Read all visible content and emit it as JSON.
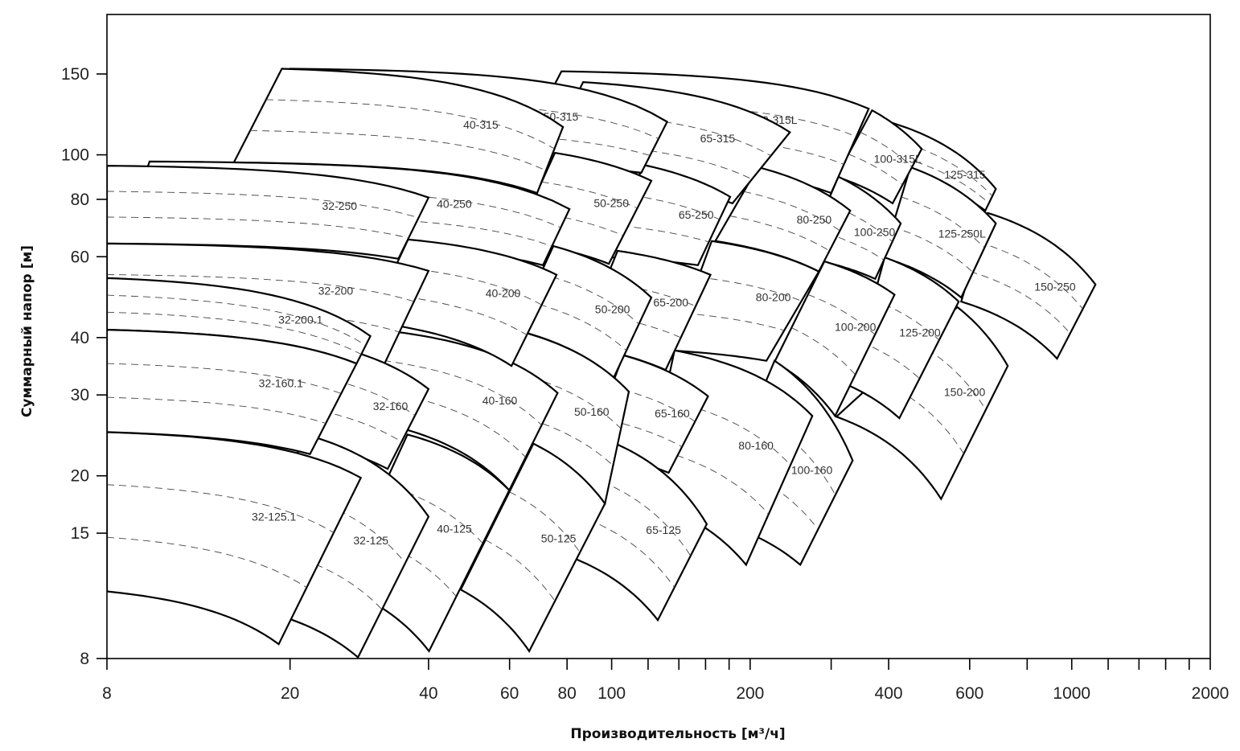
{
  "chart_data": {
    "type": "area",
    "title": "",
    "xlabel": "Производительность [м³/ч]",
    "ylabel": "Суммарный напор [м]",
    "xscale": "log",
    "yscale": "log",
    "xlim": [
      8,
      2000
    ],
    "ylim": [
      8,
      200
    ],
    "grid": false,
    "xticks_labeled": [
      "8",
      "20",
      "40",
      "60",
      "80",
      "100",
      "200",
      "400",
      "600",
      "1000",
      "2000"
    ],
    "xticks_all": [
      8,
      20,
      40,
      60,
      80,
      100,
      120,
      140,
      160,
      180,
      200,
      300,
      400,
      600,
      800,
      1000,
      1200,
      1400,
      1600,
      1800,
      2000
    ],
    "yticks_labeled": [
      "8",
      "15",
      "20",
      "30",
      "40",
      "60",
      "80",
      "100",
      "150"
    ],
    "colors": {
      "outline": "#000000",
      "dashed": "#444444",
      "label": "#333333"
    },
    "regions": [
      {
        "name": "32-250",
        "tl": [
          8,
          94.7
        ],
        "tr": [
          40,
          80.7
        ],
        "br": [
          34.4,
          59.4
        ],
        "bl": [
          8,
          64.1
        ]
      },
      {
        "name": "32-200",
        "tl": [
          8,
          64.1
        ],
        "tr": [
          40,
          55.9
        ],
        "br": [
          32.1,
          35.1
        ],
        "bl": [
          8,
          40
        ]
      },
      {
        "name": "32-200.1",
        "tl": [
          8,
          53.9
        ],
        "tr": [
          29.9,
          40.3
        ],
        "br": [
          27.9,
          35.1
        ],
        "bl": [
          8,
          41.6
        ]
      },
      {
        "name": "32-160.1",
        "tl": [
          8,
          41.6
        ],
        "tr": [
          27.9,
          35.1
        ],
        "br": [
          22.1,
          22.3
        ],
        "bl": [
          8,
          24.9
        ]
      },
      {
        "name": "32-125.1",
        "tl": [
          8,
          24.9
        ],
        "tr": [
          28.5,
          19.8
        ],
        "br": [
          18.9,
          8.6
        ],
        "bl": [
          8,
          11.2
        ]
      },
      {
        "name": "32-160",
        "tl": [
          25.4,
          38.1
        ],
        "tr": [
          40,
          30.9
        ],
        "br": [
          32.6,
          20.7
        ],
        "bl": [
          20.8,
          23.9
        ]
      },
      {
        "name": "32-125",
        "tl": [
          21.6,
          24.6
        ],
        "tr": [
          40,
          16.3
        ],
        "br": [
          28.1,
          8.05
        ],
        "bl": [
          15.1,
          10.5
        ]
      },
      {
        "name": "40-315",
        "tl": [
          19.2,
          154
        ],
        "tr": [
          78.4,
          115
        ],
        "br": [
          68.9,
          82.6
        ],
        "bl": [
          15.1,
          96.3
        ]
      },
      {
        "name": "40-250",
        "tl": [
          9.9,
          96.7
        ],
        "tr": [
          81,
          76.2
        ],
        "br": [
          70.9,
          57.5
        ],
        "bl": [
          8.6,
          64.9
        ]
      },
      {
        "name": "40-200",
        "tl": [
          36.1,
          65.4
        ],
        "tr": [
          75.9,
          54.8
        ],
        "br": [
          60.6,
          34.7
        ],
        "bl": [
          29.8,
          43.3
        ]
      },
      {
        "name": "40-160",
        "tl": [
          34.4,
          41.1
        ],
        "tr": [
          76.3,
          30.3
        ],
        "br": [
          59.9,
          18.6
        ],
        "bl": [
          27.5,
          26.7
        ]
      },
      {
        "name": "40-125",
        "tl": [
          36,
          24.6
        ],
        "tr": [
          59.9,
          18.6
        ],
        "br": [
          40.1,
          8.3
        ],
        "bl": [
          25.4,
          11.5
        ]
      },
      {
        "name": "50-315",
        "tl": [
          20,
          154
        ],
        "tr": [
          132,
          118
        ],
        "br": [
          116,
          91.4
        ],
        "bl": [
          15.7,
          97.1
        ]
      },
      {
        "name": "50-250",
        "tl": [
          75.3,
          101
        ],
        "tr": [
          122,
          87.8
        ],
        "br": [
          98.6,
          57.9
        ],
        "bl": [
          61.6,
          64.9
        ]
      },
      {
        "name": "50-200",
        "tl": [
          74.7,
          63.3
        ],
        "tr": [
          122,
          48.9
        ],
        "br": [
          101,
          32.7
        ],
        "bl": [
          61.6,
          41.6
        ]
      },
      {
        "name": "50-160",
        "tl": [
          64.1,
          41.1
        ],
        "tr": [
          109,
          30.5
        ],
        "br": [
          96.7,
          17.4
        ],
        "bl": [
          52.4,
          22.7
        ]
      },
      {
        "name": "50-125",
        "tl": [
          67.6,
          23.5
        ],
        "tr": [
          96.7,
          17.4
        ],
        "br": [
          66.2,
          8.3
        ],
        "bl": [
          47,
          11.3
        ]
      },
      {
        "name": "65-315",
        "tl": [
          86.7,
          144
        ],
        "tr": [
          244,
          112
        ],
        "br": [
          183,
          78.4
        ],
        "bl": [
          69.5,
          91.4
        ]
      },
      {
        "name": "65-250",
        "tl": [
          117,
          95.1
        ],
        "tr": [
          181,
          81
        ],
        "br": [
          154,
          57.5
        ],
        "bl": [
          99.8,
          59.8
        ]
      },
      {
        "name": "65-200",
        "tl": [
          103,
          61.8
        ],
        "tr": [
          164,
          54.8
        ],
        "br": [
          131,
          34
        ],
        "bl": [
          85,
          38.4
        ]
      },
      {
        "name": "65-160",
        "tl": [
          106,
          36.6
        ],
        "tr": [
          162,
          29.8
        ],
        "br": [
          133,
          20.3
        ],
        "bl": [
          88.5,
          22.7
        ]
      },
      {
        "name": "65-125",
        "tl": [
          97,
          24
        ],
        "tr": [
          161,
          15.7
        ],
        "br": [
          126,
          9.7
        ],
        "bl": [
          78.4,
          13.5
        ]
      },
      {
        "name": "80-315L",
        "tl": [
          77.8,
          152
        ],
        "tr": [
          362,
          126
        ],
        "br": [
          300,
          82.6
        ],
        "bl": [
          61.6,
          97.1
        ]
      },
      {
        "name": "80-250",
        "tl": [
          208,
          94
        ],
        "tr": [
          330,
          75.6
        ],
        "br": [
          282,
          55.7
        ],
        "bl": [
          168,
          64.9
        ]
      },
      {
        "name": "80-200",
        "tl": [
          165,
          64.9
        ],
        "tr": [
          282,
          55.7
        ],
        "br": [
          217,
          35.6
        ],
        "bl": [
          135,
          37.5
        ]
      },
      {
        "name": "80-160",
        "tl": [
          137,
          37.5
        ],
        "tr": [
          273,
          27
        ],
        "br": [
          196,
          12.8
        ],
        "bl": [
          117,
          17.8
        ]
      },
      {
        "name": "100-315L",
        "tl": [
          368,
          125
        ],
        "tr": [
          472,
          103
        ],
        "br": [
          408,
          78.4
        ],
        "bl": [
          308,
          89.6
        ]
      },
      {
        "name": "100-250",
        "tl": [
          311,
          89.6
        ],
        "tr": [
          425,
          70.9
        ],
        "br": [
          374,
          53.7
        ],
        "bl": [
          262,
          59.8
        ]
      },
      {
        "name": "100-200",
        "tl": [
          290,
          58.6
        ],
        "tr": [
          412,
          49.6
        ],
        "br": [
          306,
          27
        ],
        "bl": [
          226,
          35.4
        ]
      },
      {
        "name": "100-160",
        "tl": [
          226,
          35.6
        ],
        "tr": [
          334,
          21.6
        ],
        "br": [
          257,
          12.8
        ],
        "bl": [
          162,
          16.1
        ]
      },
      {
        "name": "125-315",
        "tl": [
          400,
          118
        ],
        "tr": [
          684,
          84.3
        ],
        "br": [
          649,
          75.6
        ],
        "bl": [
          377,
          94
        ]
      },
      {
        "name": "125-250L",
        "tl": [
          446,
          94
        ],
        "tr": [
          684,
          70.9
        ],
        "br": [
          575,
          48.9
        ],
        "bl": [
          389,
          59.8
        ]
      },
      {
        "name": "125-200",
        "tl": [
          392,
          59.8
        ],
        "tr": [
          568,
          47.9
        ],
        "br": [
          422,
          26.7
        ],
        "bl": [
          329,
          31.4
        ]
      },
      {
        "name": "150-250",
        "tl": [
          657,
          74.7
        ],
        "tr": [
          1126,
          52.2
        ],
        "br": [
          929,
          36
        ],
        "bl": [
          575,
          47.9
        ]
      },
      {
        "name": "150-200",
        "tl": [
          564,
          46.6
        ],
        "tr": [
          726,
          34.7
        ],
        "br": [
          520,
          17.8
        ],
        "bl": [
          308,
          26.9
        ]
      }
    ]
  }
}
